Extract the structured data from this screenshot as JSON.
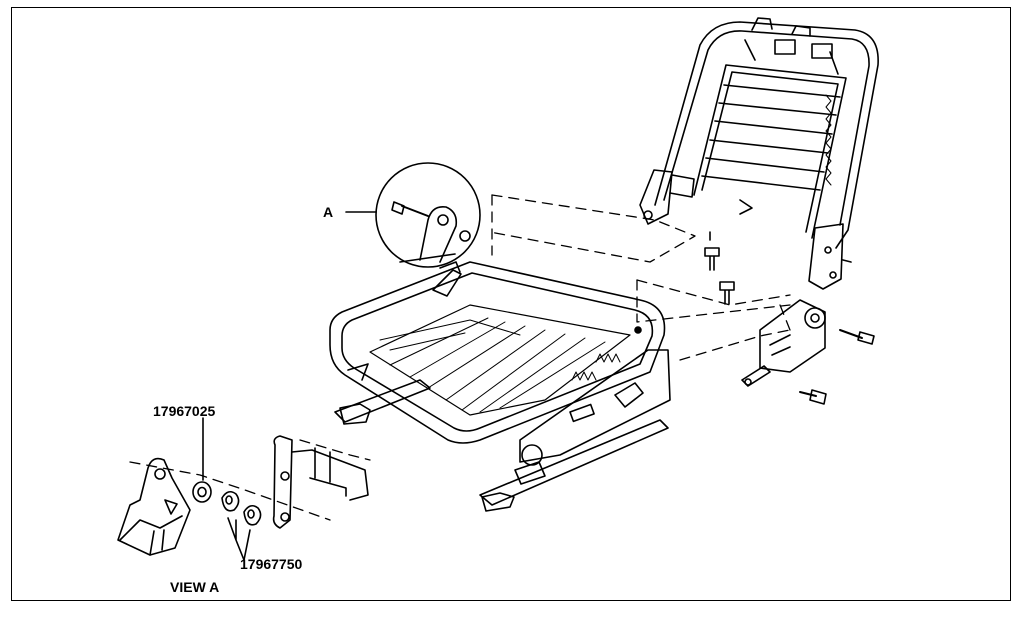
{
  "diagram": {
    "callouts": {
      "detail_a": "A",
      "part_washer": "17967025",
      "part_bushing": "17967750",
      "view_label": "VIEW A"
    },
    "colors": {
      "ink": "#000000",
      "paper": "#ffffff"
    }
  }
}
